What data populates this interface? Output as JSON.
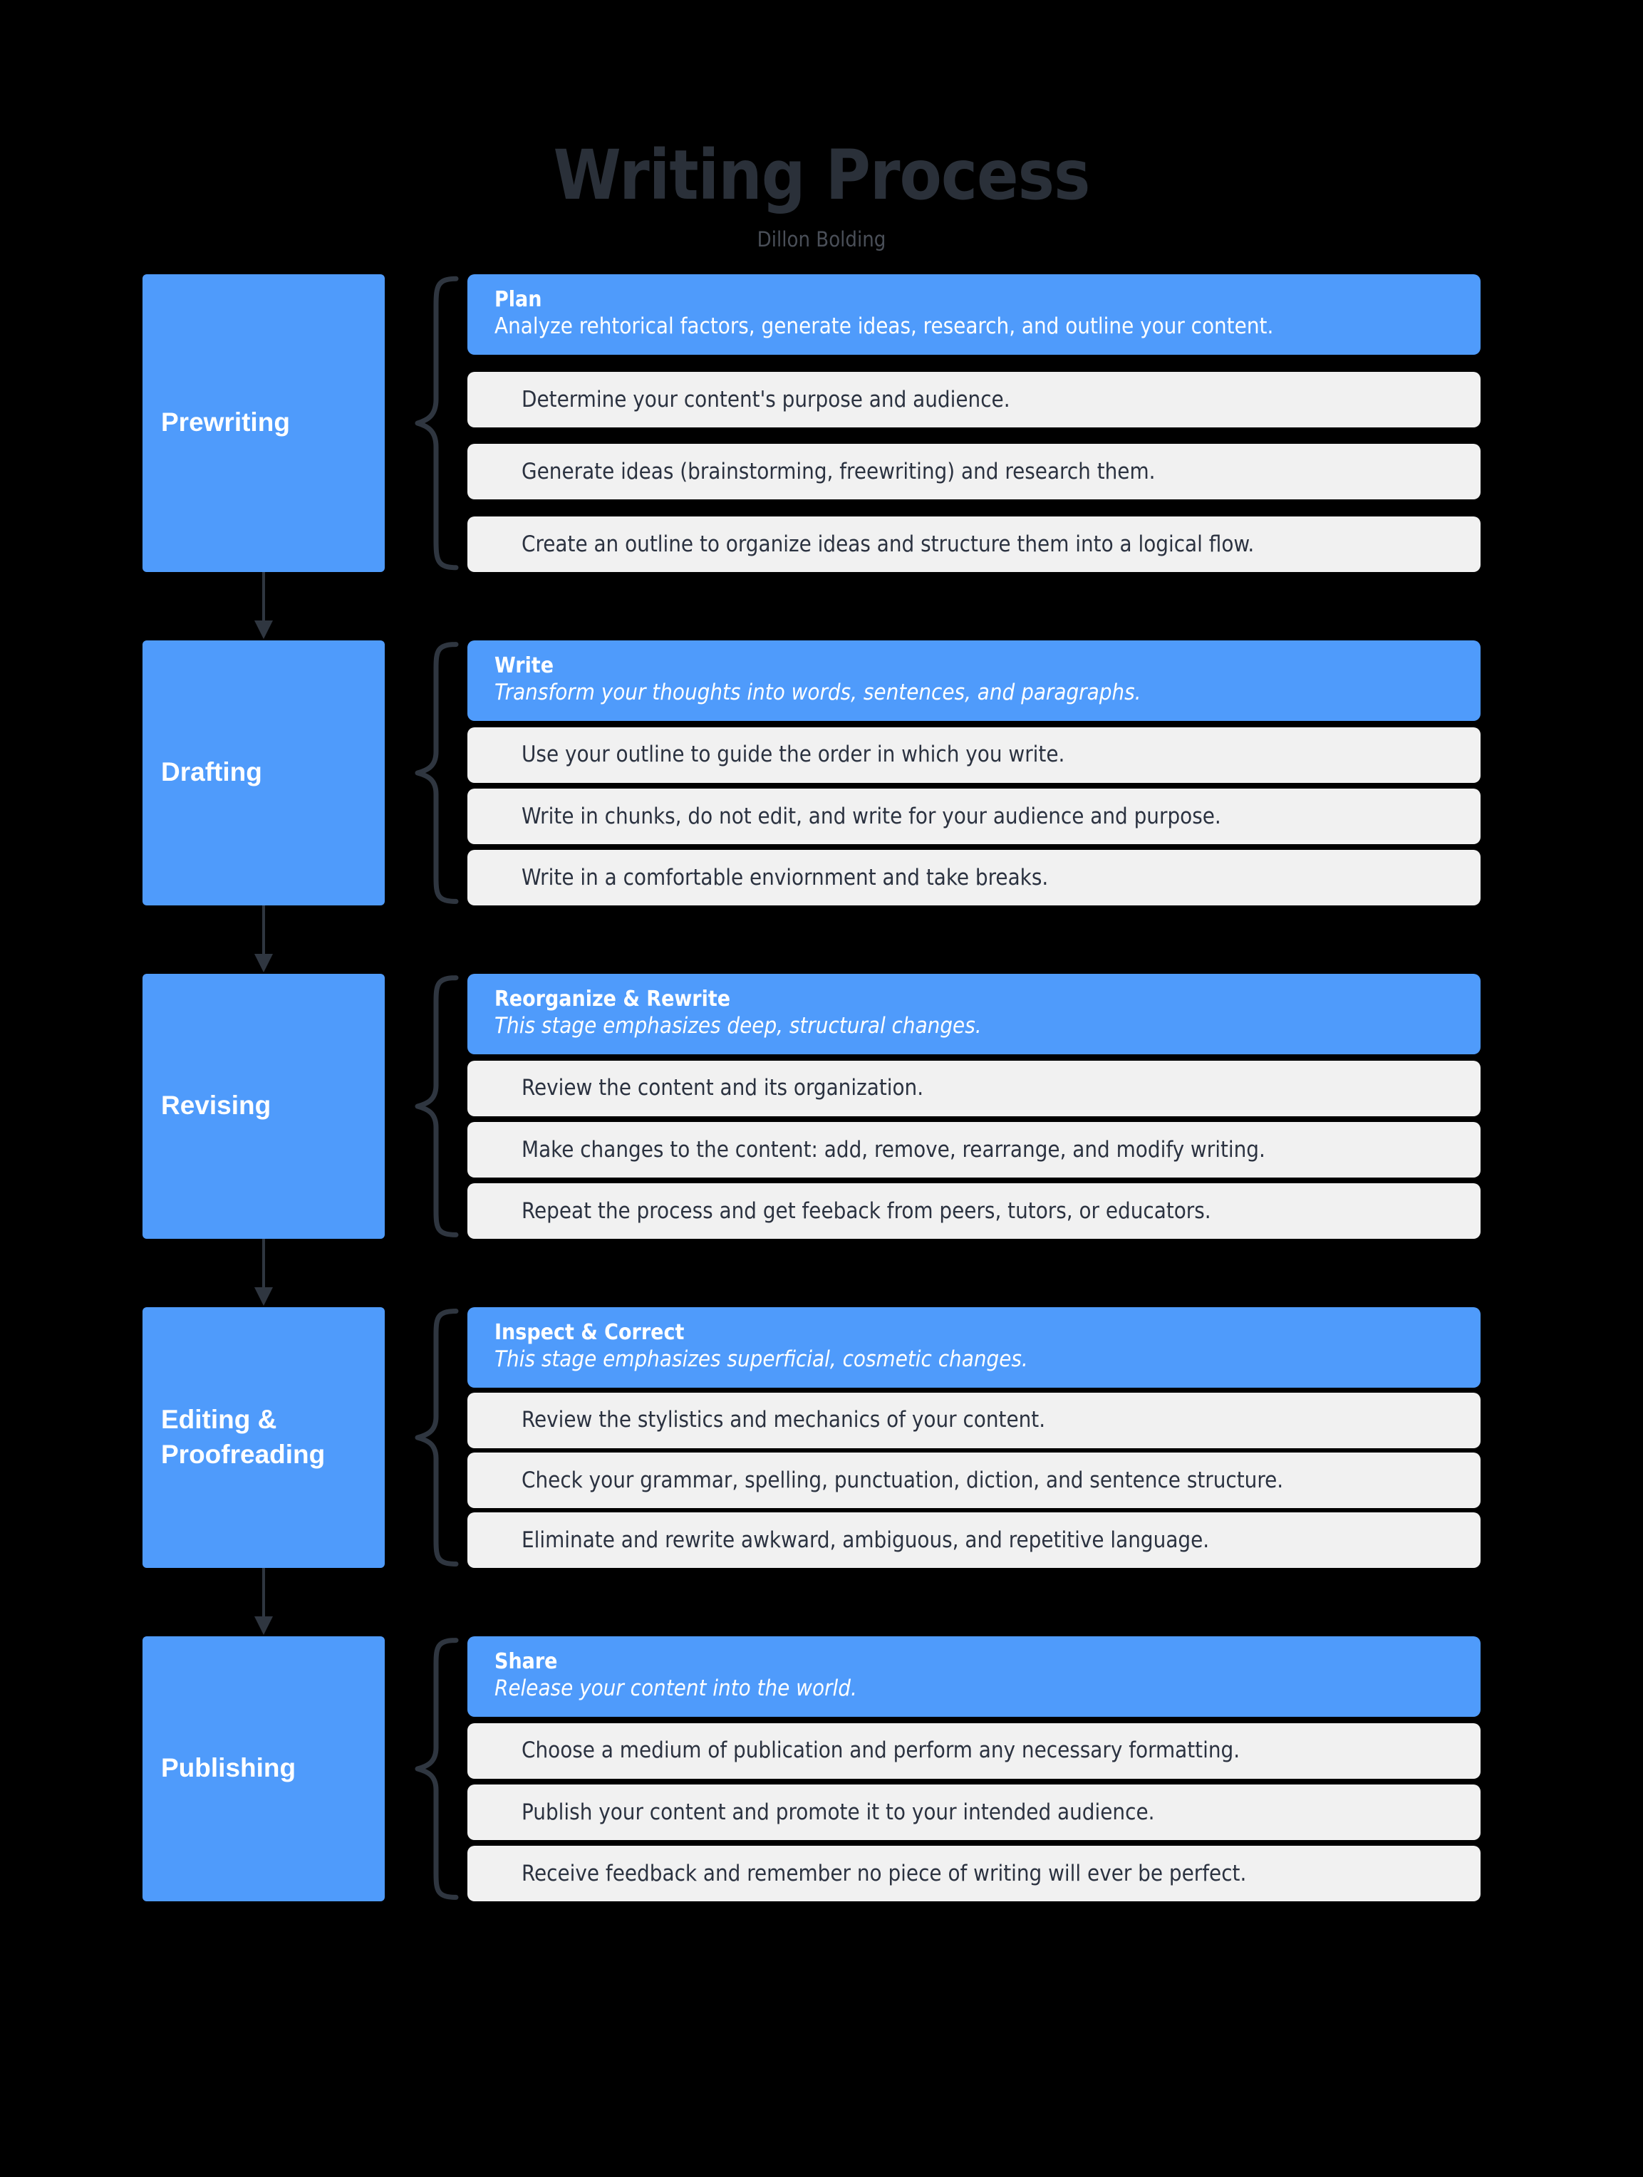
{
  "header": {
    "title": "Writing Process",
    "subtitle": "Dillon Bolding"
  },
  "colors": {
    "background": "#000000",
    "accent_blue": "#4f9bfb",
    "card_background": "#f1f1f1",
    "card_text": "#2b3240",
    "brace": "#2f3640",
    "title_text": "#2a3039",
    "subtitle_text": "#4a4f58"
  },
  "stages": [
    {
      "label": "Prewriting",
      "head": {
        "title": "Plan",
        "desc": "Analyze rehtorical factors, generate ideas, research, and outline your content.",
        "desc_italic": false
      },
      "items": [
        "Determine your content's purpose and audience.",
        "Generate ideas (brainstorming, freewriting) and research them.",
        "Create an outline to organize ideas and structure them into a logical flow."
      ]
    },
    {
      "label": "Drafting",
      "head": {
        "title": "Write",
        "desc": "Transform your thoughts into words, sentences, and paragraphs.",
        "desc_italic": true
      },
      "items": [
        "Use your outline to guide the order in which you write.",
        "Write in chunks, do not edit, and write for your audience and purpose.",
        "Write in a comfortable enviornment and take breaks."
      ]
    },
    {
      "label": "Revising",
      "head": {
        "title": "Reorganize & Rewrite",
        "desc": "This stage emphasizes deep, structural changes.",
        "desc_italic": true
      },
      "items": [
        "Review the content and its organization.",
        "Make changes to the content: add, remove, rearrange, and modify writing.",
        "Repeat the process and get feeback from peers, tutors, or educators."
      ]
    },
    {
      "label": "Editing &\nProofreading",
      "head": {
        "title": "Inspect & Correct",
        "desc": "This stage emphasizes superficial, cosmetic changes.",
        "desc_italic": true
      },
      "items": [
        "Review the stylistics and mechanics of your content.",
        "Check your grammar, spelling, punctuation, diction, and sentence structure.",
        "Eliminate and rewrite awkward, ambiguous, and repetitive language."
      ]
    },
    {
      "label": "Publishing",
      "head": {
        "title": "Share",
        "desc": "Release your content into the world.",
        "desc_italic": true
      },
      "items": [
        "Choose a medium of publication and perform any necessary formatting.",
        "Publish your content and promote it to your intended audience.",
        "Receive feedback and  remember no piece of writing will ever be perfect."
      ]
    }
  ]
}
